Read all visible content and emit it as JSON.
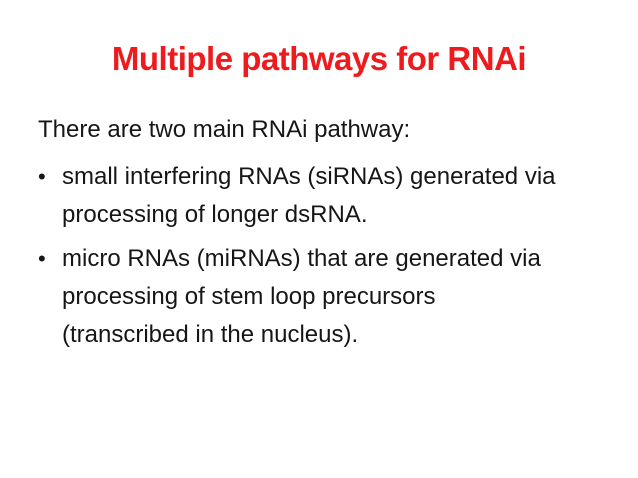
{
  "slide": {
    "title": "Multiple pathways for RNAi",
    "intro": "There are two main RNAi pathway:",
    "bullet_glyph": "•",
    "bullets": [
      {
        "lines": [
          "small interfering RNAs (siRNAs) generated via",
          "processing of longer dsRNA."
        ]
      },
      {
        "lines": [
          "micro RNAs (miRNAs) that are generated via",
          "processing of stem loop precursors",
          "(transcribed in the nucleus)."
        ]
      }
    ],
    "colors": {
      "title": "#ED1B1E",
      "body_text": "#161616",
      "background": "#FFFFFF"
    }
  }
}
